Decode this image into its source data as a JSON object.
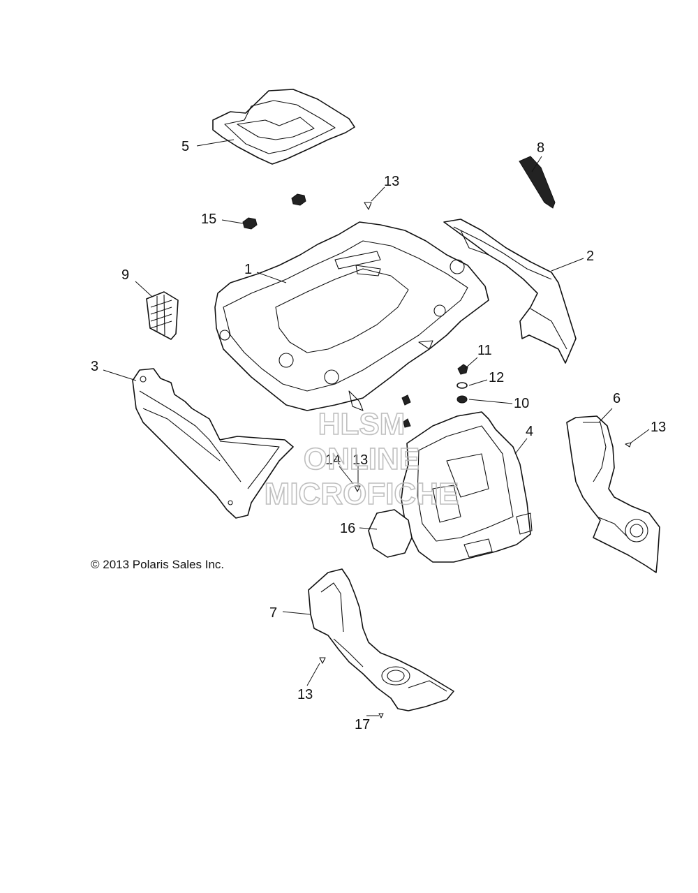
{
  "callouts": {
    "c1": "1",
    "c2": "2",
    "c3": "3",
    "c4": "4",
    "c5": "5",
    "c6": "6",
    "c7": "7",
    "c8": "8",
    "c9": "9",
    "c10": "10",
    "c11": "11",
    "c12": "12",
    "c13a": "13",
    "c13b": "13",
    "c13c": "13",
    "c13d": "13",
    "c14": "14",
    "c15": "15",
    "c16": "16",
    "c17": "17"
  },
  "copyright": "© 2013 Polaris Sales Inc.",
  "watermark": {
    "line1": "HLSM",
    "line2": "ONLINE",
    "line3": "MICROFICHE"
  }
}
